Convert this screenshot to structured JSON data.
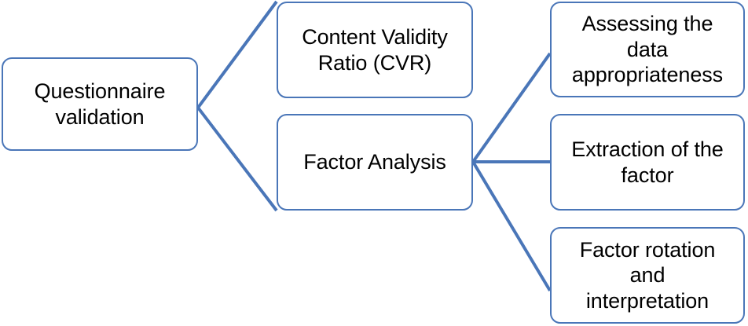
{
  "diagram": {
    "title": "Questionnaire validation flow diagram",
    "accent_color": "#4a76b8",
    "text_color": "#000000",
    "background_color": "#ffffff",
    "nodes": {
      "root": {
        "label": "Questionnaire\nvalidation"
      },
      "cvr": {
        "label": "Content Validity\nRatio (CVR)"
      },
      "factor": {
        "label": "Factor Analysis"
      },
      "assessing": {
        "label": "Assessing the\ndata\nappropriateness"
      },
      "extraction": {
        "label": "Extraction of the\nfactor"
      },
      "rotation": {
        "label": "Factor rotation\nand\ninterpretation"
      }
    },
    "connectors": [
      {
        "name": "root-to-cvr",
        "from": "root",
        "to": "cvr"
      },
      {
        "name": "root-to-factor",
        "from": "root",
        "to": "factor"
      },
      {
        "name": "factor-to-assessing",
        "from": "factor",
        "to": "assessing"
      },
      {
        "name": "factor-to-extraction",
        "from": "factor",
        "to": "extraction"
      },
      {
        "name": "factor-to-rotation",
        "from": "factor",
        "to": "rotation"
      }
    ]
  }
}
